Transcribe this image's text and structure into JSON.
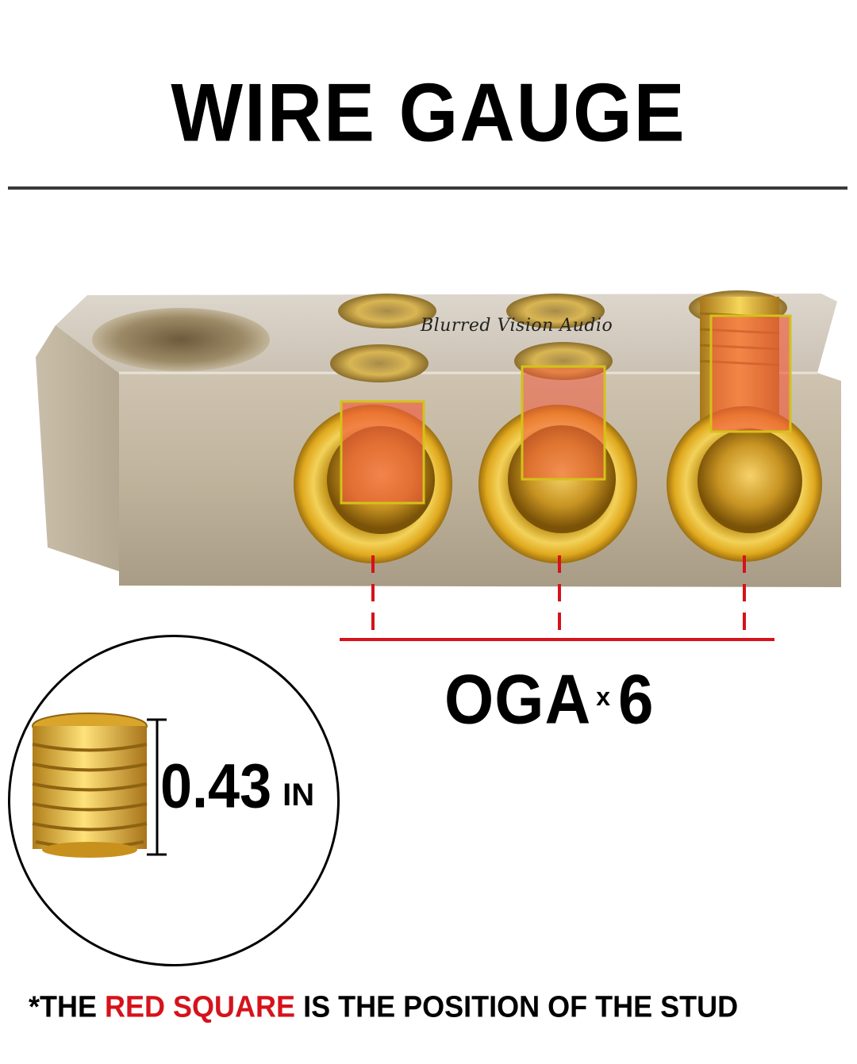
{
  "title": "WIRE GAUGE",
  "watermark": "Blurred Vision Audio",
  "gauge": {
    "value": "OGA",
    "multiplier": "x",
    "count": "6"
  },
  "screw": {
    "length_value": "0.43",
    "length_unit": "IN"
  },
  "footnote": {
    "prefix": "*THE",
    "highlight": "RED SQUARE",
    "suffix": "IS THE POSITION OF THE STUD"
  },
  "colors": {
    "highlight_red": "#d6121b",
    "body_silver": "#cdc3b1",
    "brass": "#e2b535",
    "stud_overlay": "#f05a3c"
  }
}
